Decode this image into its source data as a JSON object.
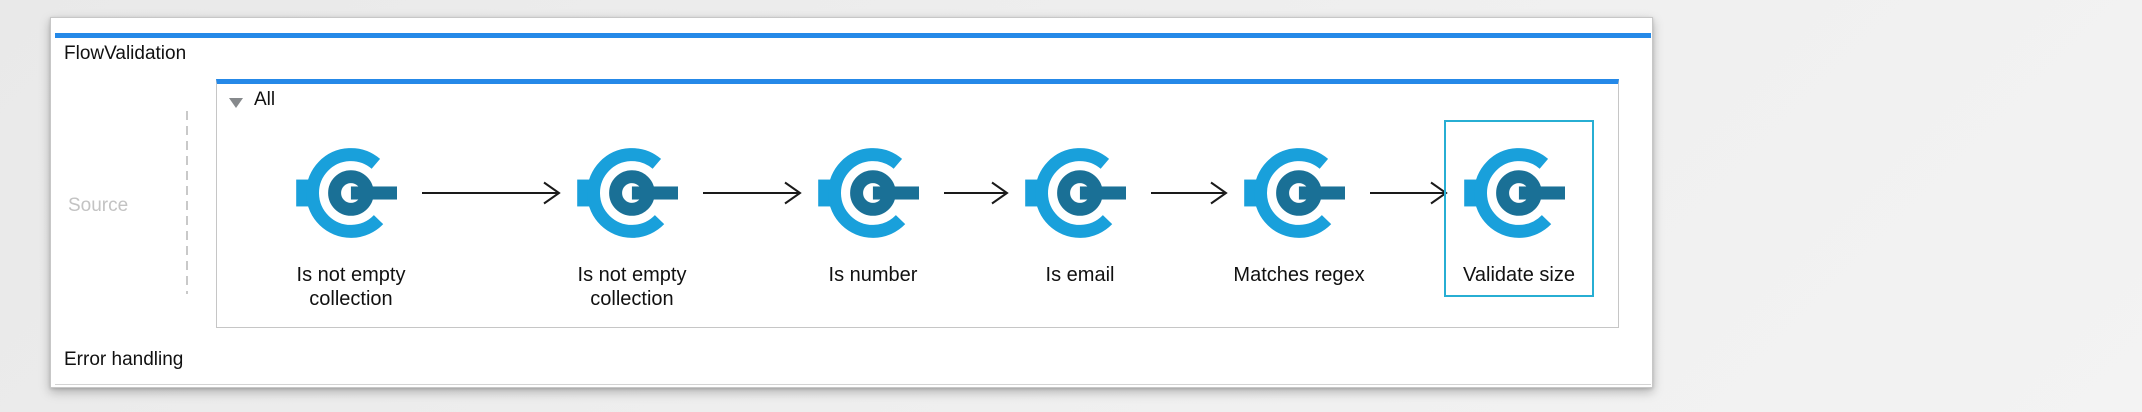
{
  "flow": {
    "title": "FlowValidation",
    "source_lane_label": "Source",
    "error_handling_label": "Error handling",
    "scope": {
      "label": "All",
      "collapse_icon": "triangle-down-icon"
    },
    "nodes": [
      {
        "label": "Is not empty collection",
        "icon": "validation-icon",
        "selected": false
      },
      {
        "label": "Is not empty collection",
        "icon": "validation-icon",
        "selected": false
      },
      {
        "label": "Is number",
        "icon": "validation-icon",
        "selected": false
      },
      {
        "label": "Is email",
        "icon": "validation-icon",
        "selected": false
      },
      {
        "label": "Matches regex",
        "icon": "validation-icon",
        "selected": false
      },
      {
        "label": "Validate size",
        "icon": "validation-icon",
        "selected": true
      }
    ]
  },
  "colors": {
    "accent_blue": "#2589e8",
    "icon_light_blue": "#19a0db",
    "icon_dark_teal": "#1a7096",
    "selection_teal": "#27aed3",
    "arrow_black": "#1a1a1a"
  }
}
